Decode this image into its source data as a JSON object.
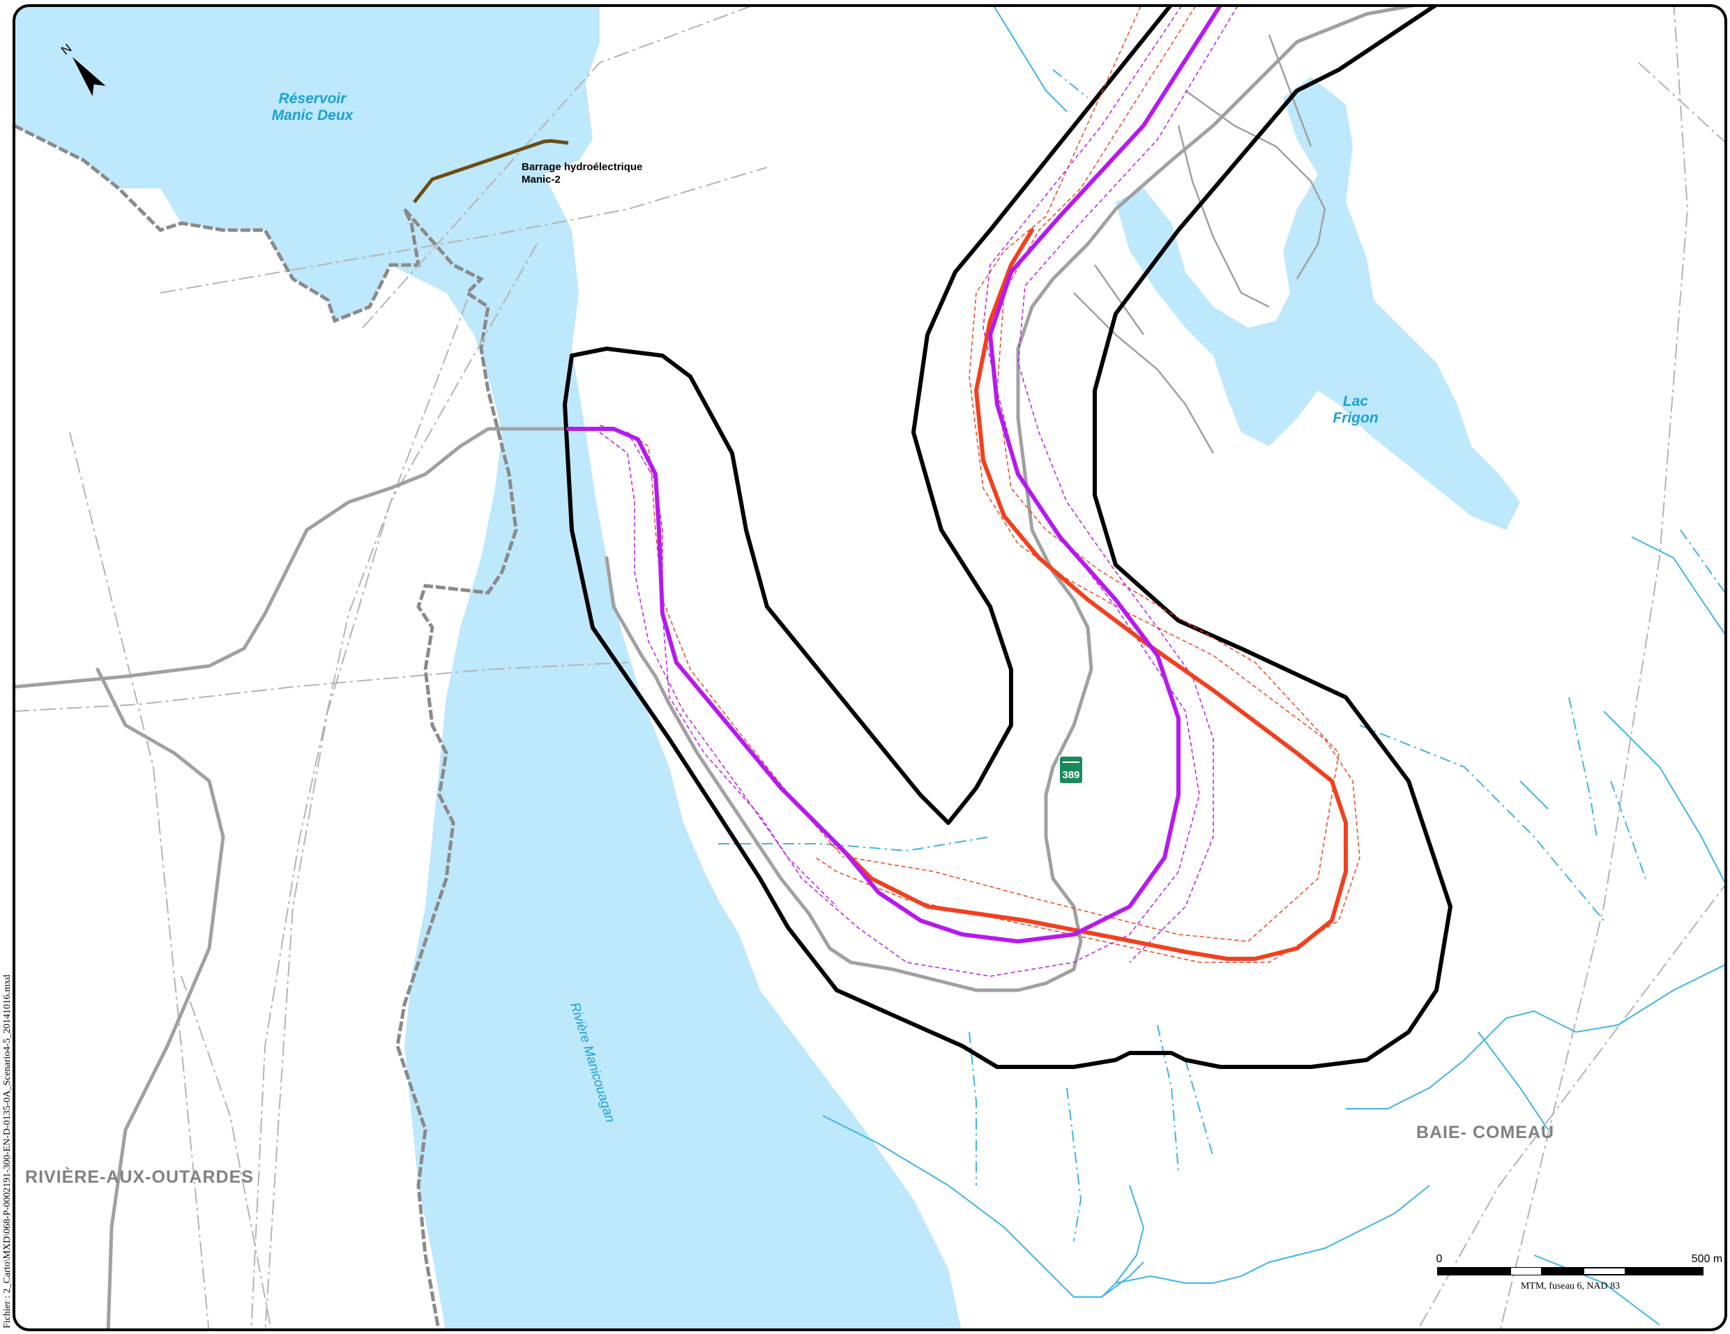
{
  "labels": {
    "reservoir_line1": "Réservoir",
    "reservoir_line2": "Manic Deux",
    "dam_line1": "Barrage hydroélectrique",
    "dam_line2": "Manic-2",
    "lac_line1": "Lac",
    "lac_line2": "Frigon",
    "river": "Rivière Manicouagan",
    "muni_west": "RIVIÈRE-AUX-OUTARDES",
    "muni_east": "BAIE- COMEAU"
  },
  "route_shield": {
    "number": "389",
    "color": "#1a8a5a"
  },
  "north_arrow": {
    "letter": "N"
  },
  "scale_bar": {
    "start": "0",
    "end": "500 m",
    "projection": "MTM, fuseau 6, NAD 83"
  },
  "file_reference": "Fichier : 2_Carto\\MXD\\068-P-0002191-300-EN-D-0135-0A_Scenario4-5_20141016.mxd",
  "colors": {
    "water": "#bee8fb",
    "stream": "#3fb4e6",
    "road": "#a0a0a0",
    "boundary": "#a8a8a8",
    "study_area": "#000000",
    "route_red": "#f2401e",
    "route_purple": "#b619f0",
    "dam": "#6b4c12"
  }
}
